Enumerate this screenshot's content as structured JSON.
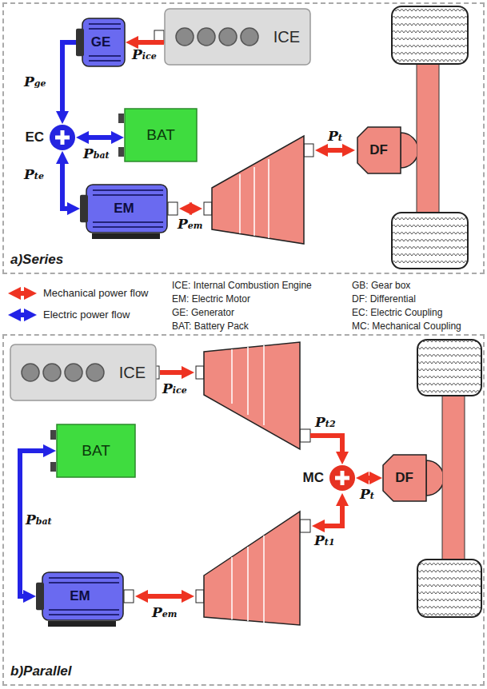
{
  "diagram": {
    "nodes": [
      {
        "text": [
          "a)Series"
        ]
      },
      {
        "text": [
          "GE"
        ],
        "in": 0
      },
      {
        "text": [
          "ICE"
        ],
        "in": 0
      },
      {
        "text": [
          "EC"
        ],
        "in": 0
      },
      {
        "text": [
          "BAT"
        ],
        "in": 0
      },
      {
        "text": [
          "EM"
        ],
        "in": 0
      },
      {
        "text": [
          "DF"
        ],
        "in": 0
      },
      {
        "text": [
          "b)Parallel"
        ]
      },
      {
        "text": [
          "ICE"
        ],
        "in": 7
      },
      {
        "text": [
          "BAT"
        ],
        "in": 7
      },
      {
        "text": [
          "EM"
        ],
        "in": 7
      },
      {
        "text": [
          "MC"
        ],
        "in": 7
      },
      {
        "text": [
          "DF"
        ],
        "in": 7
      }
    ],
    "edges": [
      {
        "from": 2,
        "to": 1,
        "arrow": "to",
        "label": "Pice"
      },
      {
        "from": 1,
        "to": 3,
        "arrow": "to",
        "label": "Pge"
      },
      {
        "from": 3,
        "to": 4,
        "arrow": "both",
        "label": "Pbat"
      },
      {
        "from": 3,
        "to": 5,
        "arrow": "both",
        "label": "Pte"
      },
      {
        "from": 9,
        "to": 10,
        "arrow": "both",
        "label": "Pbat"
      },
      {
        "from": 11,
        "to": 12,
        "arrow": "both",
        "label": "Pt"
      }
    ],
    "labels": [
      "Pem",
      "Pt",
      "Pice",
      "Pt2",
      "Pt1",
      "Pem",
      "ICE: Internal Combustion Engine",
      "EM: Electric Motor",
      "GE: Generator",
      "BAT: Battery Pack",
      "GB: Gear box",
      "DF: Differential",
      "EC: Electric Coupling",
      "MC: Mechanical Coupling"
    ],
    "legend": [
      {
        "text": "Mechanical power flow"
      },
      {
        "text": "Electric power flow"
      }
    ]
  }
}
